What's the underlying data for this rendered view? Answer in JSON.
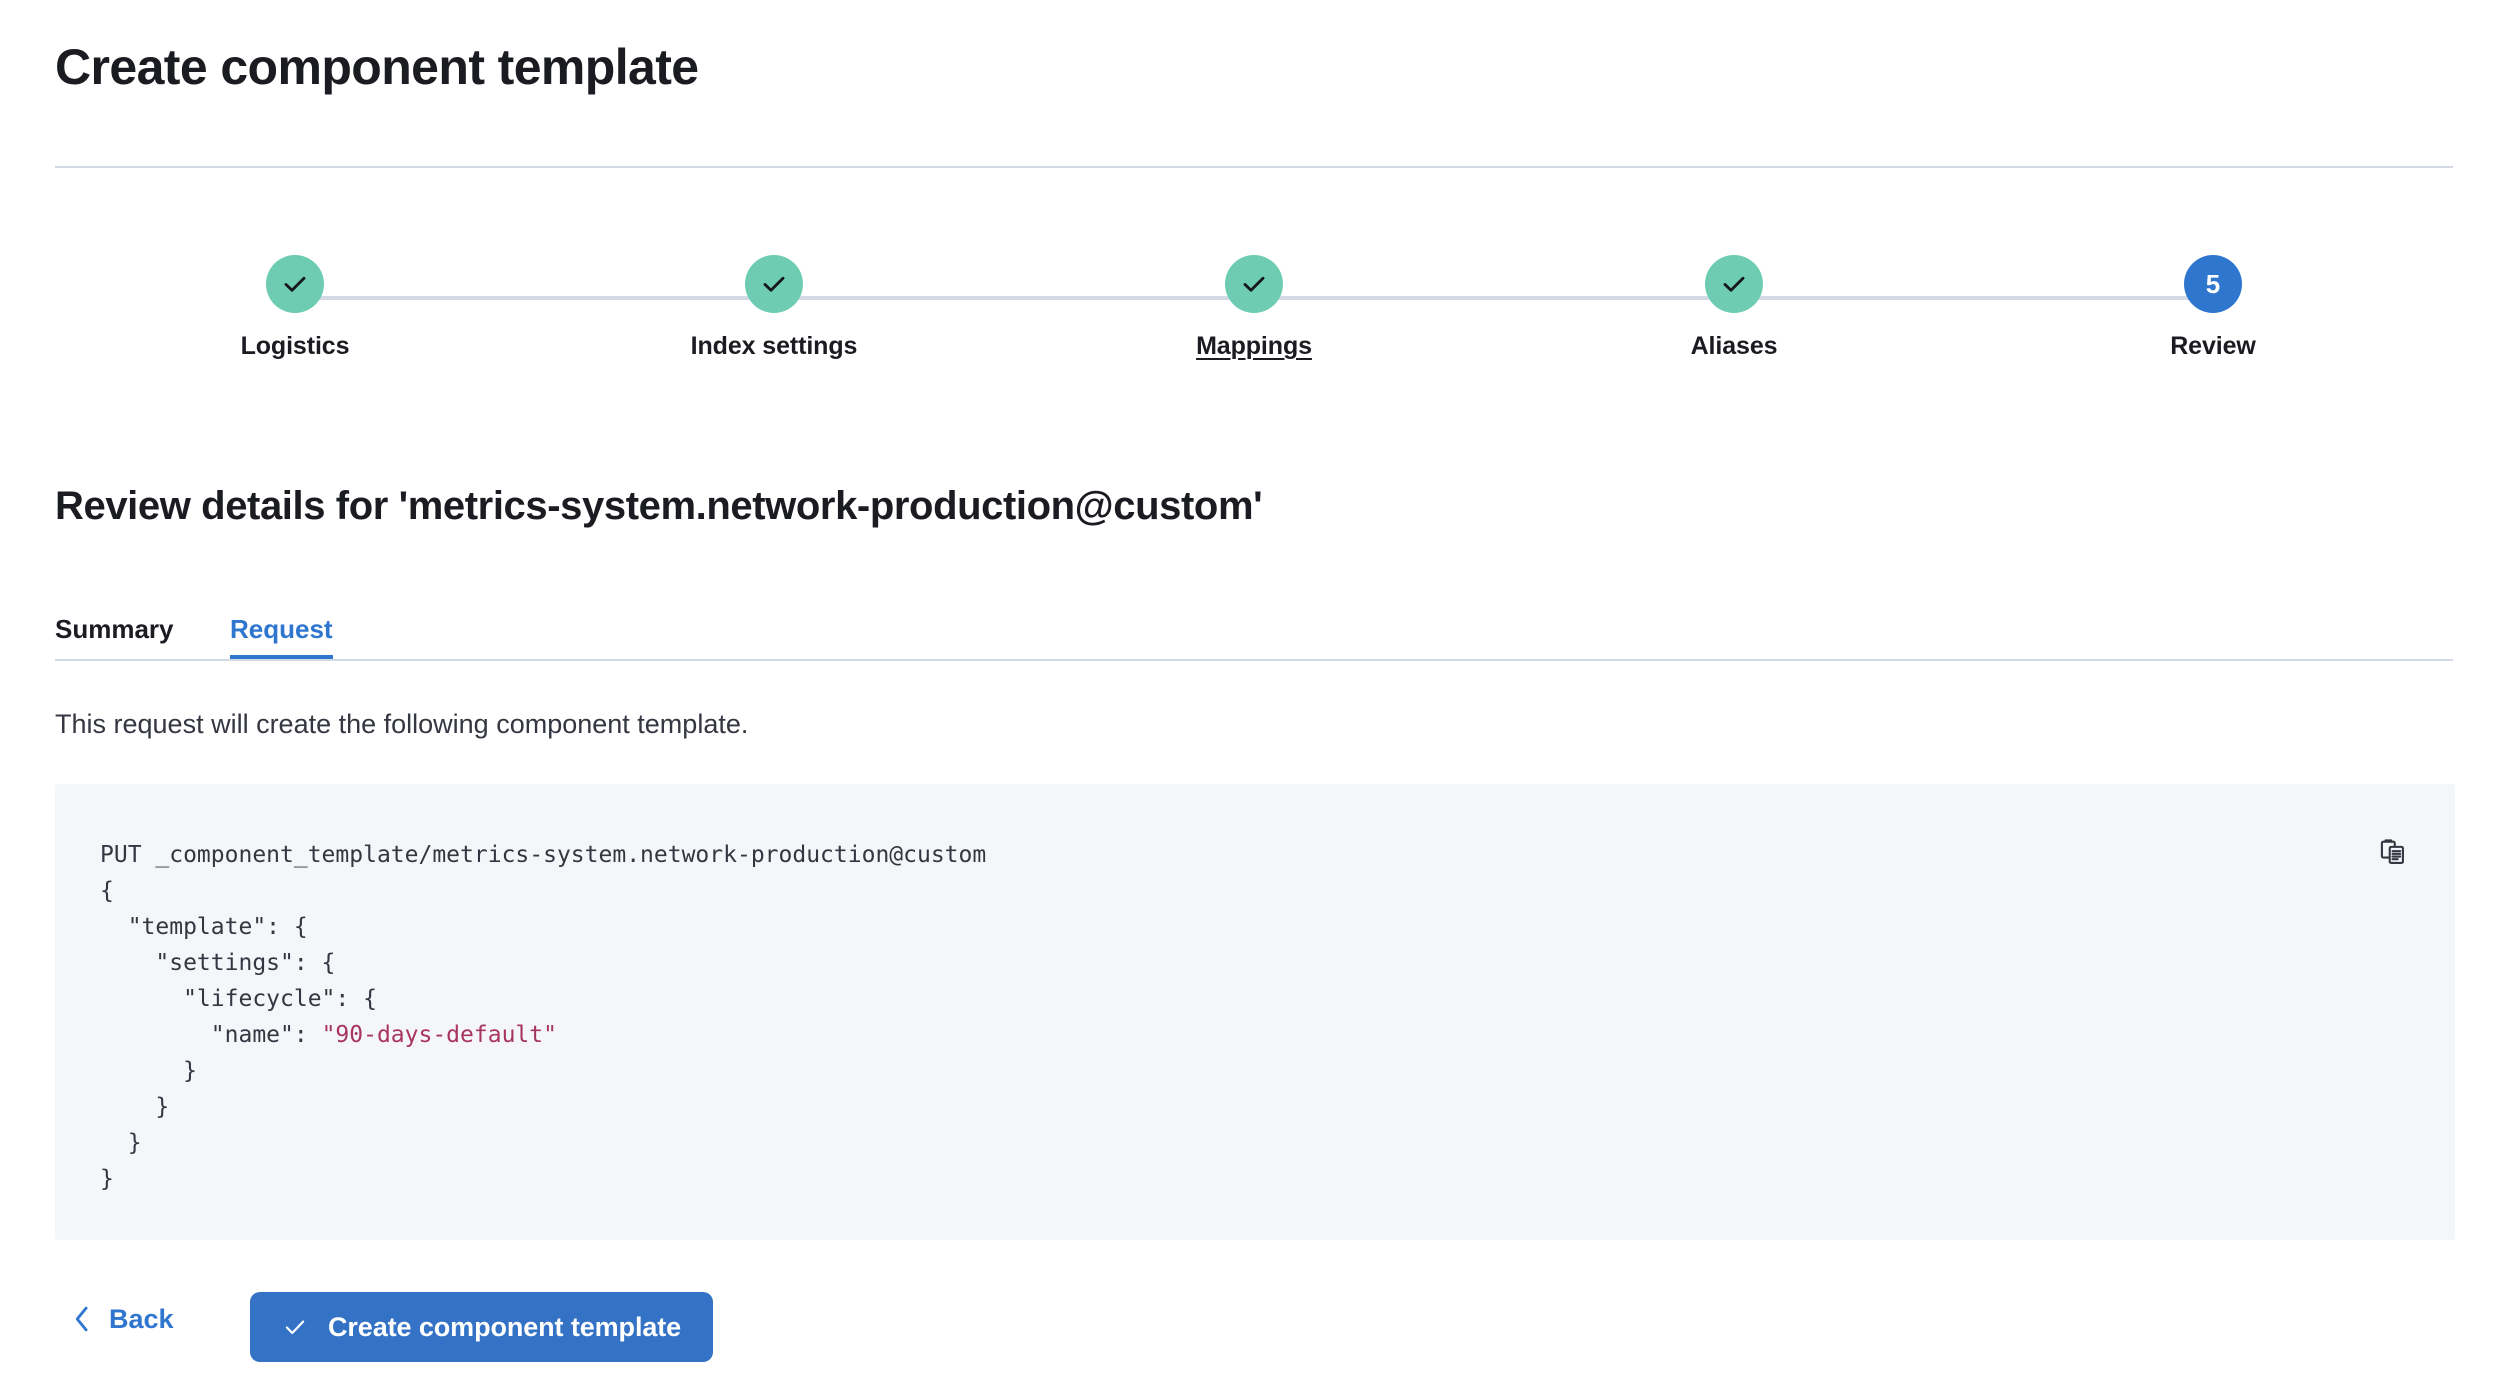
{
  "page": {
    "title": "Create component template"
  },
  "stepper": {
    "steps": [
      {
        "label": "Logistics",
        "state": "done",
        "number": "1",
        "linked": false
      },
      {
        "label": "Index settings",
        "state": "done",
        "number": "2",
        "linked": false
      },
      {
        "label": "Mappings",
        "state": "done",
        "number": "3",
        "linked": true
      },
      {
        "label": "Aliases",
        "state": "done",
        "number": "4",
        "linked": false
      },
      {
        "label": "Review",
        "state": "current",
        "number": "5",
        "linked": false
      }
    ],
    "colors": {
      "done": "#6dccb1",
      "current": "#2f76cf",
      "connector": "#d3dae6"
    }
  },
  "review": {
    "heading": "Review details for 'metrics-system.network-production@custom'",
    "tabs": [
      {
        "label": "Summary",
        "active": false
      },
      {
        "label": "Request",
        "active": true
      }
    ],
    "description": "This request will create the following component template.",
    "code": {
      "method_and_path": "PUT _component_template/metrics-system.network-production@custom",
      "body_lines": [
        "{",
        "  \"template\": {",
        "    \"settings\": {",
        "      \"lifecycle\": {",
        "        \"name\": ",
        "      }",
        "    }",
        "  }",
        "}"
      ],
      "string_value": "\"90-days-default\"",
      "copy_icon": "clipboard-copy-icon",
      "string_color": "#a8365c",
      "background": "#f5f6fa"
    }
  },
  "footer": {
    "back_label": "Back",
    "back_icon": "chevron-left-icon",
    "submit_label": "Create component template",
    "submit_icon": "check-icon",
    "submit_color": "#3372c5"
  }
}
